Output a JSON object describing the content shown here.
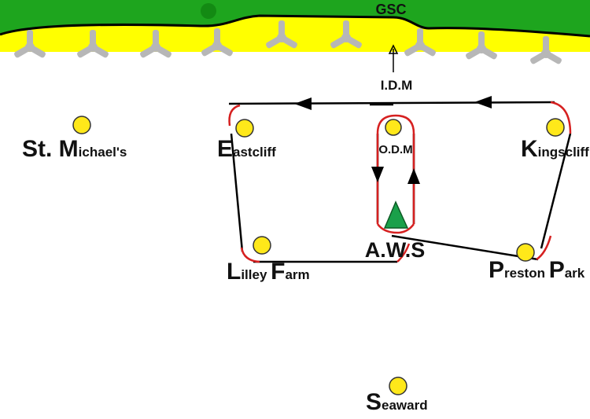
{
  "title": "GSC",
  "colors": {
    "land": "#1ea51e",
    "beach": "#ffff00",
    "coast": "#000000",
    "route_red": "#d62020",
    "route_black": "#000000",
    "marker_fill": "#ffe81a",
    "tent": "#1aa04a",
    "groyne": "#b7b7b7"
  },
  "icons": {
    "groyne": "tripod-groyne-icon",
    "location": "yellow-dot-icon",
    "base": "green-triangle-icon",
    "arrow": "arrow-icon"
  },
  "labels": {
    "idm": "I.D.M",
    "odm": "O.D.M",
    "aws": "A.W.S",
    "st_michaels": {
      "cap": "St. M",
      "rest": "ichael's"
    },
    "eastcliff": {
      "cap": "E",
      "rest": "astcliff"
    },
    "kingscliff": {
      "cap": "K",
      "rest": "ingscliff"
    },
    "lilley_farm": {
      "cap1": "L",
      "rest1": "illey ",
      "cap2": "F",
      "rest2": "arm"
    },
    "preston_park": {
      "cap1": "P",
      "rest1": "reston ",
      "cap2": "P",
      "rest2": "ark"
    },
    "seaward": {
      "cap": "S",
      "rest": "eaward"
    }
  }
}
